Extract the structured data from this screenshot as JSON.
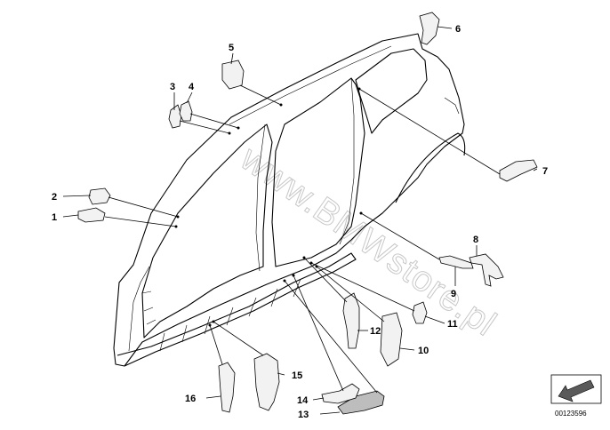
{
  "diagram": {
    "watermark": "www.BMWstore.pl",
    "document_number": "00123596",
    "callouts": [
      {
        "id": "1",
        "label": "1"
      },
      {
        "id": "2",
        "label": "2"
      },
      {
        "id": "3",
        "label": "3"
      },
      {
        "id": "4",
        "label": "4"
      },
      {
        "id": "5",
        "label": "5"
      },
      {
        "id": "6",
        "label": "6"
      },
      {
        "id": "7",
        "label": "7"
      },
      {
        "id": "8",
        "label": "8"
      },
      {
        "id": "9",
        "label": "9"
      },
      {
        "id": "10",
        "label": "10"
      },
      {
        "id": "11",
        "label": "11"
      },
      {
        "id": "12",
        "label": "12"
      },
      {
        "id": "13",
        "label": "13"
      },
      {
        "id": "14",
        "label": "14"
      },
      {
        "id": "15",
        "label": "15"
      },
      {
        "id": "16",
        "label": "16"
      }
    ],
    "icons": {
      "direction": "arrow-direction-icon"
    }
  }
}
